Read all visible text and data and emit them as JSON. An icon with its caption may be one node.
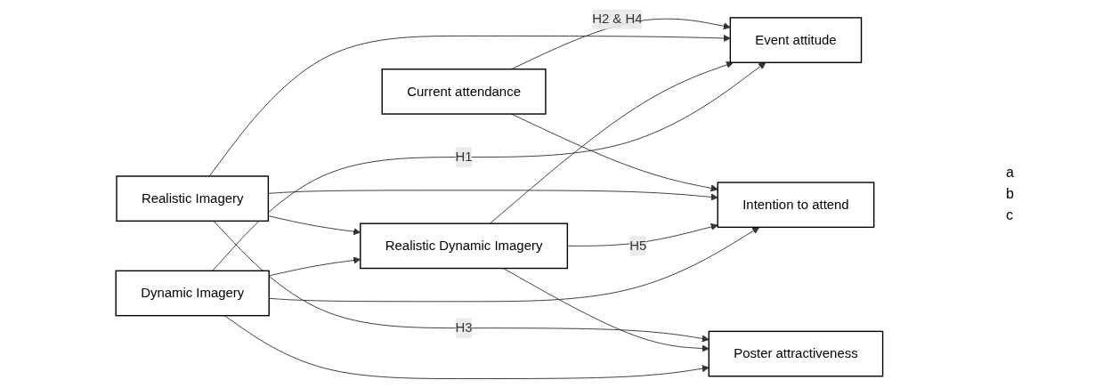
{
  "diagram": {
    "nodes": [
      {
        "text": [
          "Current attendance"
        ]
      },
      {
        "text": [
          "Dynamic Imagery"
        ]
      },
      {
        "text": [
          "Realistic Dynamic Imagery"
        ]
      },
      {
        "text": [
          "Realistic Imagery"
        ]
      },
      {
        "text": [
          "Event attitude"
        ]
      },
      {
        "text": [
          "Intention to attend"
        ]
      },
      {
        "text": [
          "Poster attractiveness"
        ]
      }
    ],
    "edges": [
      {
        "from": 1,
        "to": 2,
        "arrow": "to"
      },
      {
        "from": 3,
        "to": 2,
        "arrow": "to"
      },
      {
        "from": 1,
        "to": 4,
        "arrow": "to",
        "label": "H1"
      },
      {
        "from": 1,
        "to": 5,
        "arrow": "to"
      },
      {
        "from": 1,
        "to": 6,
        "arrow": "to"
      },
      {
        "from": 2,
        "to": 4,
        "arrow": "to"
      },
      {
        "from": 2,
        "to": 5,
        "arrow": "to",
        "label": "H5"
      },
      {
        "from": 2,
        "to": 6,
        "arrow": "to"
      },
      {
        "from": 3,
        "to": 4,
        "arrow": "to"
      },
      {
        "from": 3,
        "to": 5,
        "arrow": "to"
      },
      {
        "from": 3,
        "to": 6,
        "arrow": "to",
        "label": "H3"
      },
      {
        "from": 0,
        "to": 4,
        "arrow": "to",
        "label": "H2 & H4"
      },
      {
        "from": 0,
        "to": 5,
        "arrow": "to"
      }
    ],
    "labels": [
      "a",
      "b",
      "c"
    ]
  }
}
